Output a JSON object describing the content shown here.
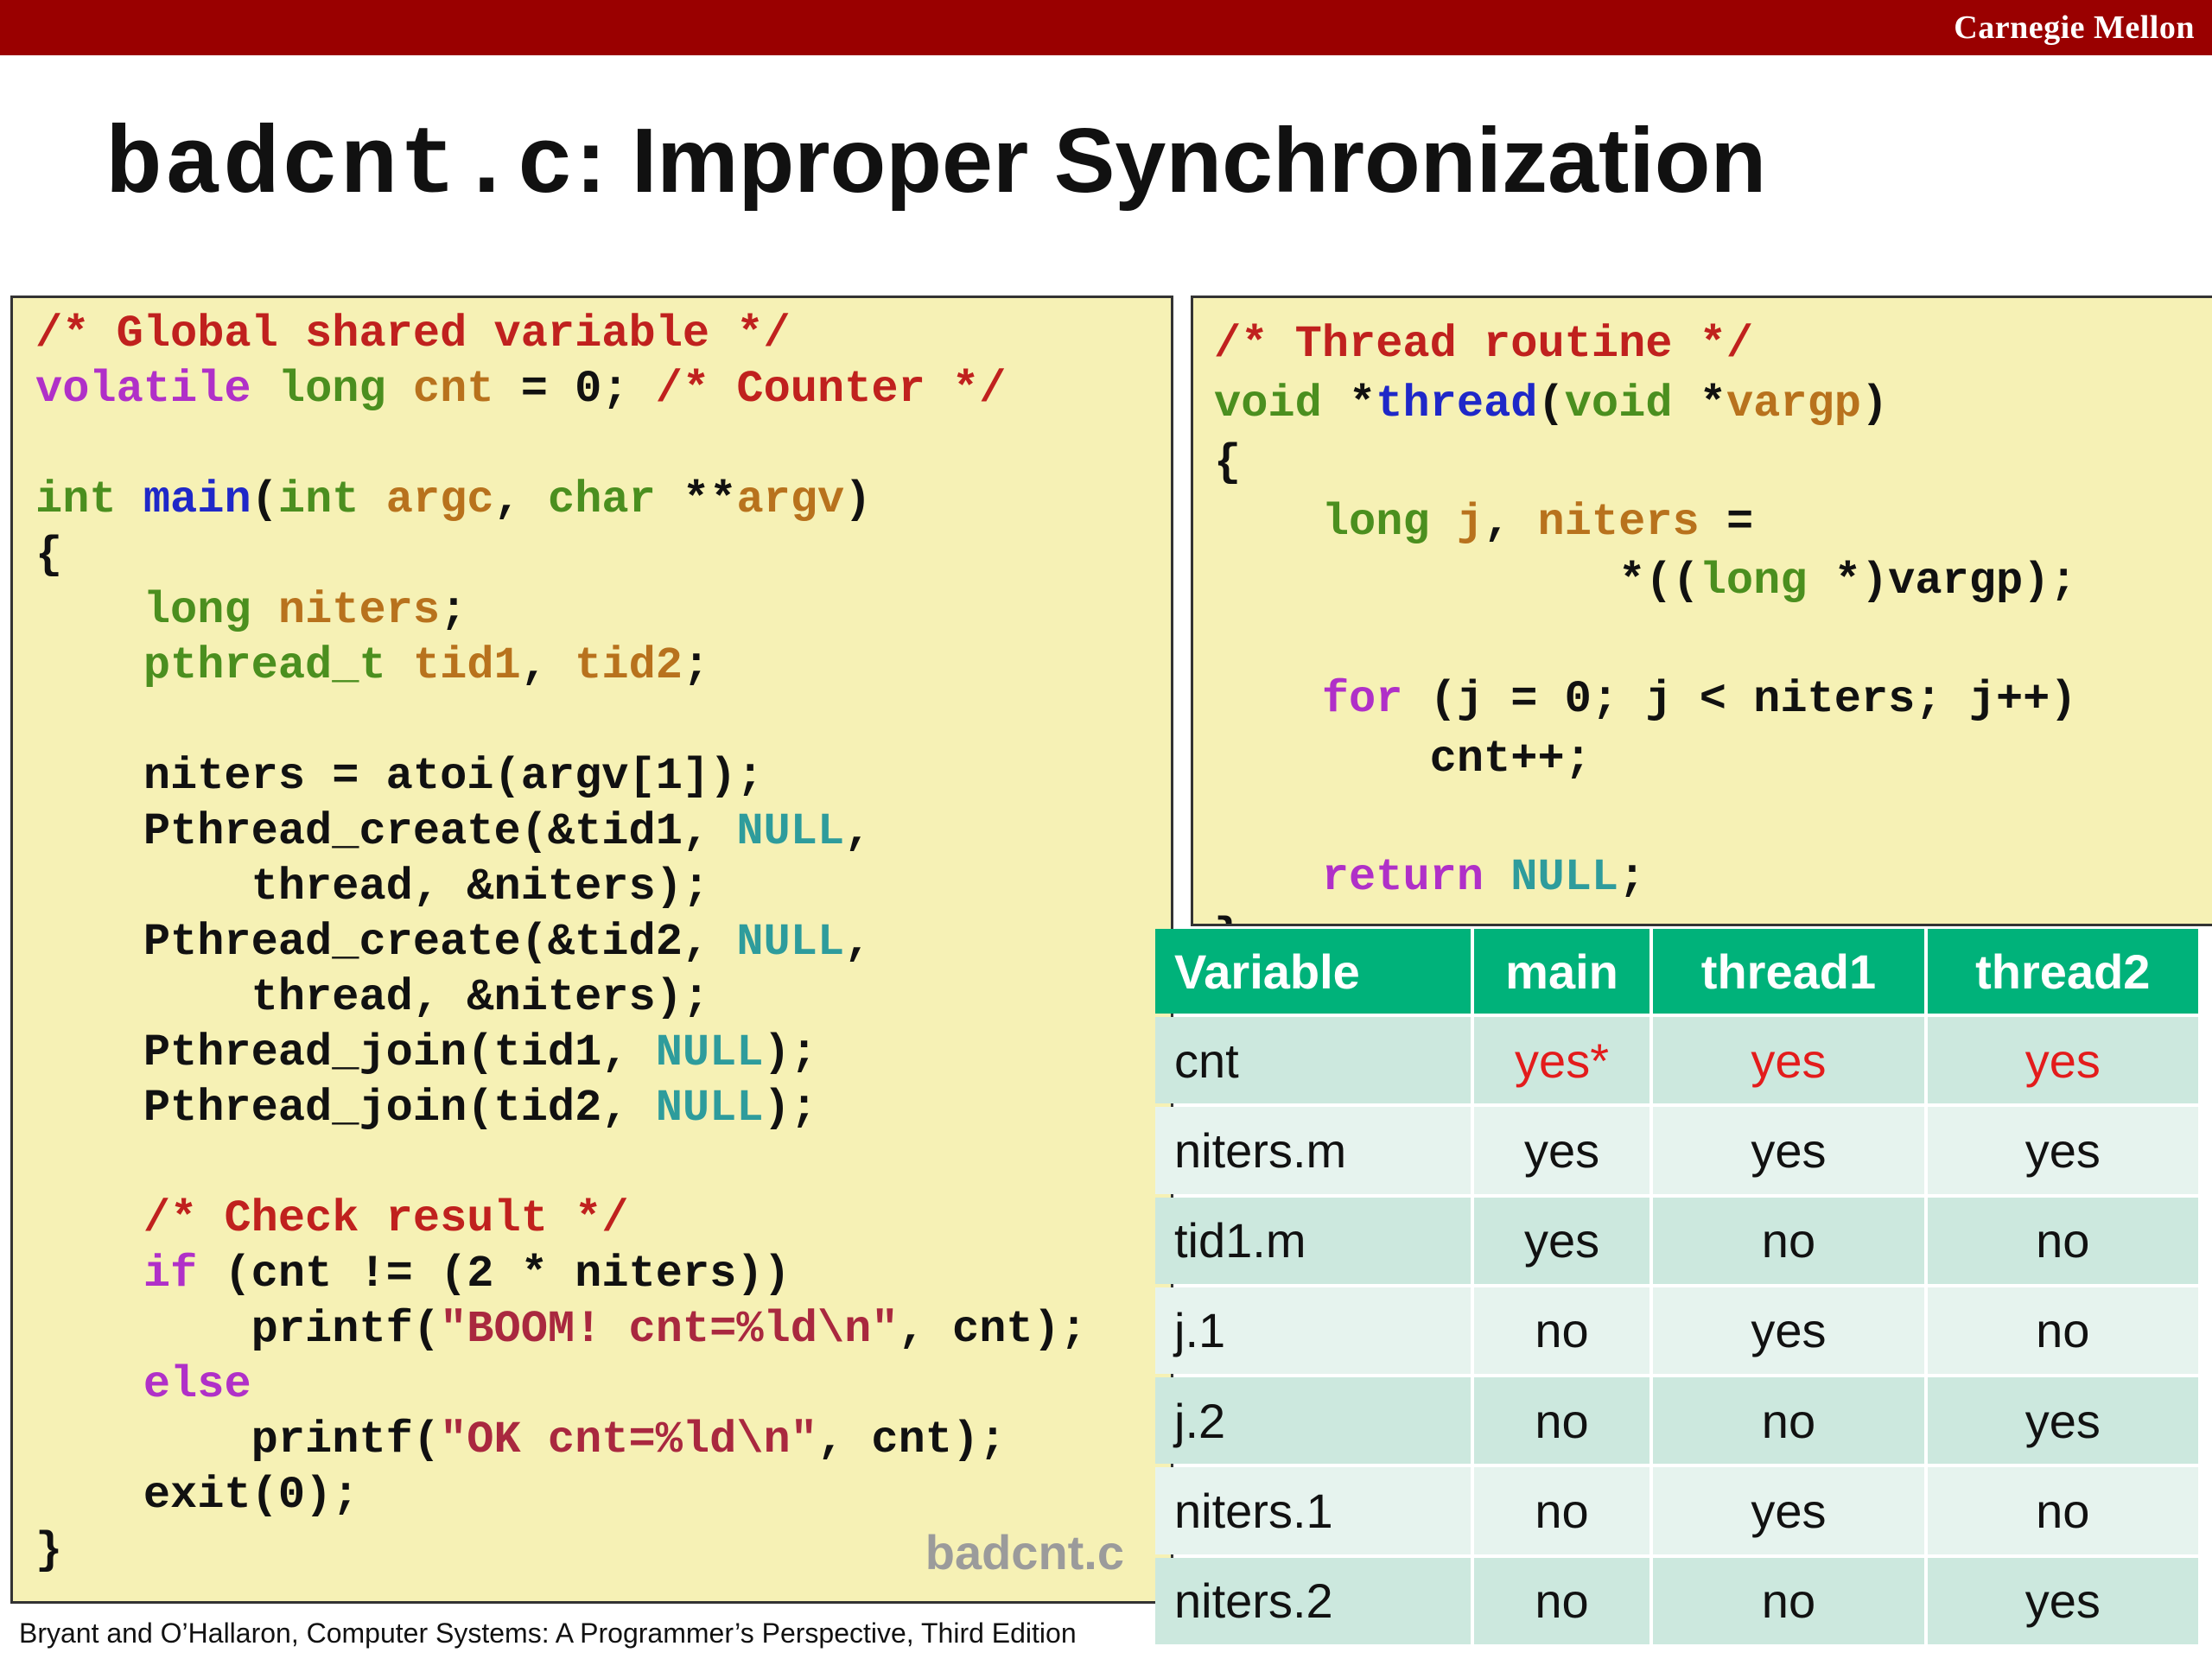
{
  "header": {
    "brand": "Carnegie Mellon"
  },
  "title": {
    "code": "badcnt.c",
    "text": ": Improper Synchronization"
  },
  "left_code": {
    "lines": [
      [
        {
          "t": "/* Global shared variable */",
          "c": "com"
        }
      ],
      [
        {
          "t": "volatile",
          "c": "kw"
        },
        {
          "t": " ",
          "c": "txt"
        },
        {
          "t": "long",
          "c": "type"
        },
        {
          "t": " ",
          "c": "txt"
        },
        {
          "t": "cnt",
          "c": "var"
        },
        {
          "t": " = 0; ",
          "c": "txt"
        },
        {
          "t": "/* Counter */",
          "c": "com"
        }
      ],
      [],
      [
        {
          "t": "int",
          "c": "type"
        },
        {
          "t": " ",
          "c": "txt"
        },
        {
          "t": "main",
          "c": "fn"
        },
        {
          "t": "(",
          "c": "txt"
        },
        {
          "t": "int",
          "c": "type"
        },
        {
          "t": " ",
          "c": "txt"
        },
        {
          "t": "argc",
          "c": "var"
        },
        {
          "t": ", ",
          "c": "txt"
        },
        {
          "t": "char",
          "c": "type"
        },
        {
          "t": " **",
          "c": "txt"
        },
        {
          "t": "argv",
          "c": "var"
        },
        {
          "t": ")",
          "c": "txt"
        }
      ],
      [
        {
          "t": "{",
          "c": "txt"
        }
      ],
      [
        {
          "t": "    ",
          "c": "txt"
        },
        {
          "t": "long",
          "c": "type"
        },
        {
          "t": " ",
          "c": "txt"
        },
        {
          "t": "niters",
          "c": "var"
        },
        {
          "t": ";",
          "c": "txt"
        }
      ],
      [
        {
          "t": "    ",
          "c": "txt"
        },
        {
          "t": "pthread_t",
          "c": "type"
        },
        {
          "t": " ",
          "c": "txt"
        },
        {
          "t": "tid1",
          "c": "var"
        },
        {
          "t": ", ",
          "c": "txt"
        },
        {
          "t": "tid2",
          "c": "var"
        },
        {
          "t": ";",
          "c": "txt"
        }
      ],
      [],
      [
        {
          "t": "    niters = atoi(argv[1]);",
          "c": "txt"
        }
      ],
      [
        {
          "t": "    Pthread_create(&tid1, ",
          "c": "txt"
        },
        {
          "t": "NULL",
          "c": "null"
        },
        {
          "t": ",",
          "c": "txt"
        }
      ],
      [
        {
          "t": "        thread, &niters);",
          "c": "txt"
        }
      ],
      [
        {
          "t": "    Pthread_create(&tid2, ",
          "c": "txt"
        },
        {
          "t": "NULL",
          "c": "null"
        },
        {
          "t": ",",
          "c": "txt"
        }
      ],
      [
        {
          "t": "        thread, &niters);",
          "c": "txt"
        }
      ],
      [
        {
          "t": "    Pthread_join(tid1, ",
          "c": "txt"
        },
        {
          "t": "NULL",
          "c": "null"
        },
        {
          "t": ");",
          "c": "txt"
        }
      ],
      [
        {
          "t": "    Pthread_join(tid2, ",
          "c": "txt"
        },
        {
          "t": "NULL",
          "c": "null"
        },
        {
          "t": ");",
          "c": "txt"
        }
      ],
      [],
      [
        {
          "t": "    ",
          "c": "txt"
        },
        {
          "t": "/* Check result */",
          "c": "com"
        }
      ],
      [
        {
          "t": "    ",
          "c": "txt"
        },
        {
          "t": "if",
          "c": "kw"
        },
        {
          "t": " (cnt != (2 * niters))",
          "c": "txt"
        }
      ],
      [
        {
          "t": "        printf(",
          "c": "txt"
        },
        {
          "t": "\"BOOM! cnt=%ld\\n\"",
          "c": "str"
        },
        {
          "t": ", cnt);",
          "c": "txt"
        }
      ],
      [
        {
          "t": "    ",
          "c": "txt"
        },
        {
          "t": "else",
          "c": "kw"
        }
      ],
      [
        {
          "t": "        printf(",
          "c": "txt"
        },
        {
          "t": "\"OK cnt=%ld\\n\"",
          "c": "str"
        },
        {
          "t": ", cnt);",
          "c": "txt"
        }
      ],
      [
        {
          "t": "    exit(0);",
          "c": "txt"
        }
      ],
      [
        {
          "t": "}",
          "c": "txt"
        }
      ]
    ],
    "file_label": "badcnt.c"
  },
  "right_code": {
    "lines": [
      [
        {
          "t": "/* Thread routine */",
          "c": "com"
        }
      ],
      [
        {
          "t": "void",
          "c": "type"
        },
        {
          "t": " *",
          "c": "txt"
        },
        {
          "t": "thread",
          "c": "fn"
        },
        {
          "t": "(",
          "c": "txt"
        },
        {
          "t": "void",
          "c": "type"
        },
        {
          "t": " *",
          "c": "txt"
        },
        {
          "t": "vargp",
          "c": "var"
        },
        {
          "t": ")",
          "c": "txt"
        }
      ],
      [
        {
          "t": "{",
          "c": "txt"
        }
      ],
      [
        {
          "t": "    ",
          "c": "txt"
        },
        {
          "t": "long",
          "c": "type"
        },
        {
          "t": " ",
          "c": "txt"
        },
        {
          "t": "j",
          "c": "var"
        },
        {
          "t": ", ",
          "c": "txt"
        },
        {
          "t": "niters",
          "c": "var"
        },
        {
          "t": " =",
          "c": "txt"
        }
      ],
      [
        {
          "t": "               *((",
          "c": "txt"
        },
        {
          "t": "long",
          "c": "type"
        },
        {
          "t": " *)vargp);",
          "c": "txt"
        }
      ],
      [],
      [
        {
          "t": "    ",
          "c": "txt"
        },
        {
          "t": "for",
          "c": "kw"
        },
        {
          "t": " (j = 0; j < niters; j++)",
          "c": "txt"
        }
      ],
      [
        {
          "t": "        cnt++;",
          "c": "txt"
        }
      ],
      [],
      [
        {
          "t": "    ",
          "c": "txt"
        },
        {
          "t": "return",
          "c": "kw"
        },
        {
          "t": " ",
          "c": "txt"
        },
        {
          "t": "NULL",
          "c": "null"
        },
        {
          "t": ";",
          "c": "txt"
        }
      ],
      [
        {
          "t": "}",
          "c": "txt"
        }
      ]
    ]
  },
  "table": {
    "headers": [
      "Variable",
      "main",
      "thread1",
      "thread2"
    ],
    "rows": [
      {
        "cells": [
          "cnt",
          "yes*",
          "yes",
          "yes"
        ],
        "highlight": true
      },
      {
        "cells": [
          "niters.m",
          "yes",
          "yes",
          "yes"
        ],
        "highlight": false
      },
      {
        "cells": [
          "tid1.m",
          "yes",
          "no",
          "no"
        ],
        "highlight": false
      },
      {
        "cells": [
          "j.1",
          "no",
          "yes",
          "no"
        ],
        "highlight": false
      },
      {
        "cells": [
          "j.2",
          "no",
          "no",
          "yes"
        ],
        "highlight": false
      },
      {
        "cells": [
          "niters.1",
          "no",
          "yes",
          "no"
        ],
        "highlight": false
      },
      {
        "cells": [
          "niters.2",
          "no",
          "no",
          "yes"
        ],
        "highlight": false
      }
    ]
  },
  "footer": {
    "text": "Bryant and O’Hallaron, Computer Systems: A Programmer’s Perspective, Third Edition"
  },
  "colors": {
    "header_bar": "#9a0000",
    "code_background": "#f6f1b5",
    "table_header": "#00b27a",
    "table_row_dark": "#cce8de",
    "table_row_light": "#e6f3ee",
    "highlight_red": "#e31c1c"
  }
}
